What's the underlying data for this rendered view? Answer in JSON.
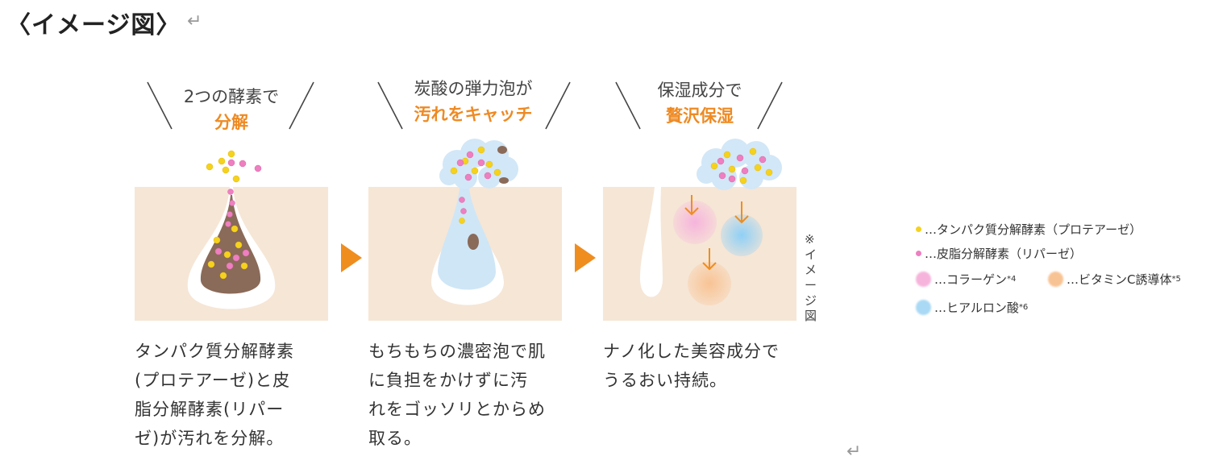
{
  "title": "〈イメージ図〉",
  "return_mark": "↵",
  "steps": [
    {
      "heading_line1": "2つの酵素で",
      "heading_line2": "分解",
      "description": [
        "タンパク質分解酵素",
        "(プロテアーゼ)と皮",
        "脂分解酵素(リパー",
        "ゼ)が汚れを分解。"
      ]
    },
    {
      "heading_line1": "炭酸の弾力泡が",
      "heading_line2": "汚れをキャッチ",
      "description": [
        "もちもちの濃密泡で肌",
        "に負担をかけずに汚",
        "れをゴッソリとからめ",
        "取る。"
      ]
    },
    {
      "heading_line1": "保湿成分で",
      "heading_line2": "贅沢保湿",
      "description": [
        "ナノ化した美容成分で",
        "うるおい持続。"
      ]
    }
  ],
  "side_note": "※イメージ図",
  "legend": [
    {
      "label": "…タンパク質分解酵素（プロテアーゼ）",
      "color": "#f5d21e",
      "size": "small"
    },
    {
      "label": "…皮脂分解酵素（リパーゼ）",
      "color": "#ee7fc0",
      "size": "small"
    },
    {
      "label": "…コラーゲン",
      "sup": "*4",
      "color": "#f6b4dc",
      "size": "large"
    },
    {
      "label": "…ビタミンC誘導体",
      "sup": "*5",
      "color": "#f8c394",
      "size": "large"
    },
    {
      "label": "…ヒアルロン酸",
      "sup": "*6",
      "color": "#a9d9f5",
      "size": "large"
    }
  ],
  "colors": {
    "accent": "#ee8a23",
    "skin": "#f6e6d6",
    "dirt": "#8a6a58",
    "foam": "#cfe6f6"
  }
}
